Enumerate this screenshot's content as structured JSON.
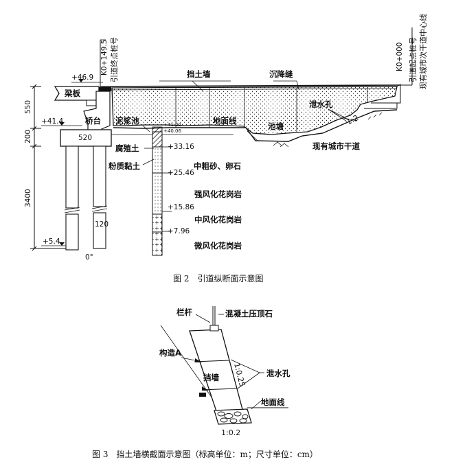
{
  "figure2": {
    "caption": "图 2　引道纵断面示意图",
    "stations": {
      "end_code": "K0+149.5",
      "end_name": "引道终点桩号",
      "start_code": "K0+000",
      "start_name": "引道起点桩号",
      "centerline": "现有城市次干道中心线"
    },
    "labels": {
      "beam_slab": "梁板",
      "abutment": "桥台",
      "retaining_wall": "挡土墙",
      "settlement_joint": "沉降缝",
      "weep_hole": "泄水孔",
      "mud_pool": "泥浆池",
      "ground_line": "地面线",
      "pond": "池塘",
      "existing_road": "现有城市干道",
      "humus_soil": "腐殖土",
      "silty_clay": "粉质黏土",
      "coarse_sand": "中粗砂、卵石",
      "strong_granite": "强风化花岗岩",
      "medium_granite": "中风化花岗岩",
      "slight_granite": "微风化花岗岩",
      "slope": "1:2",
      "pile_width": "520",
      "pile_dia": "120",
      "angle": "0°",
      "small_elev_1": "+41.02",
      "small_elev_2": "+40.06"
    },
    "elevations": {
      "e1": "+46.9",
      "e2": "+41.4",
      "e3": "+33.16",
      "e4": "+25.46",
      "e5": "+15.86",
      "e6": "+7.96",
      "e7": "+5.4"
    },
    "dimensions": {
      "d1": "550",
      "d2": "200",
      "d3": "3400"
    }
  },
  "figure3": {
    "caption": "图 3　挡土墙横截面示意图（标高单位：m；尺寸单位：cm）",
    "labels": {
      "railing": "栏杆",
      "coping": "混凝土压顶石",
      "detail_a": "构造A",
      "wall": "挡墙",
      "weep_hole": "泄水孔",
      "ground_line": "地面线",
      "back_slope": "1:0.25",
      "base_slope": "1:0.2"
    }
  }
}
